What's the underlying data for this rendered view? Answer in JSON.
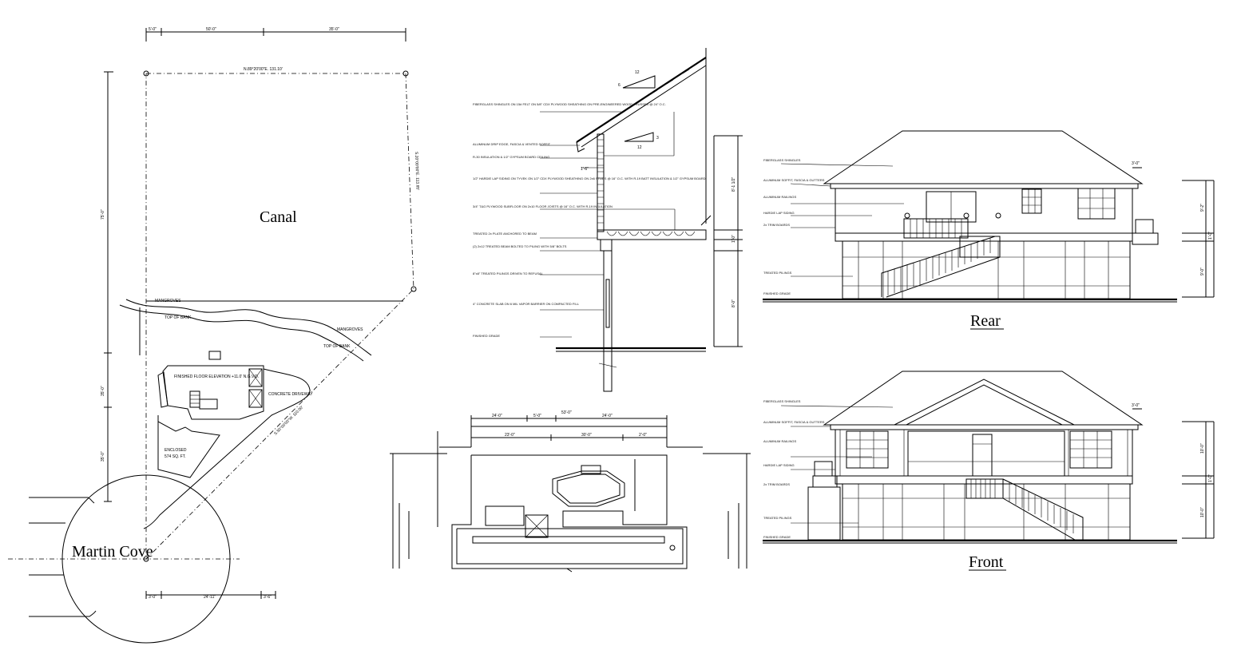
{
  "site_plan": {
    "label_canal": "Canal",
    "label_cove": "Martin Cove",
    "label_top_of_bank_1": "TOP OF BANK",
    "label_top_of_bank_2": "TOP OF BANK",
    "label_mangroves_1": "MANGROVES",
    "label_mangroves_2": "MANGROVES",
    "label_ffe": "FINISHED FLOOR ELEVATION +11.0' N.G.V.D.",
    "label_driveway": "CONCRETE DRIVEWAY",
    "label_area": "ENCLOSED",
    "label_area_value": "574 SQ. FT.",
    "dim_top_1": "5'-0\"",
    "dim_top_2": "50'-0\"",
    "dim_top_3": "35'-0\"",
    "dim_bot_1": "3'-0\"",
    "dim_bot_2": "24'-11\"",
    "dim_bot_3": "3'-6\"",
    "bearing_top": "N.89°20'00\"E.  131.10'",
    "bearing_right": "S.20°00'00\"E.  113.65'",
    "bearing_diag": "S.50°00'00\"W.  110.00'",
    "dim_left_1": "75'-0\"",
    "dim_left_2": "35'-0\"",
    "dim_left_3": "35'-0\""
  },
  "wall_section": {
    "slope_roof_top": "12",
    "slope_roof_side": "6",
    "slope_ceiling_top": "3",
    "slope_ceiling_side": "12",
    "dim_overhang": "1'-6\"",
    "notes": [
      "FIBERGLASS SHINGLES ON 15# FELT ON 5/8\" CDX PLYWOOD SHEATHING ON PRE-ENGINEERED WOOD TRUSSES @ 24\" O.C.",
      "ALUMINUM DRIP EDGE, FASCIA & VENTED SOFFIT",
      "R-30 INSULATION & 1/2\" GYPSUM BOARD CEILING",
      "1/2\" HARDIE LAP SIDING ON TYVEK ON 1/2\" CDX PLYWOOD SHEATHING ON 2x6 STUDS @ 16\" O.C. WITH R-19 BATT INSULATION & 1/2\" GYPSUM BOARD",
      "3/4\" T&G PLYWOOD SUBFLOOR ON 2x10 FLOOR JOISTS @ 16\" O.C. WITH R-19 INSULATION",
      "TREATED 2x PLATE ANCHORED TO BEAM",
      "(2) 2x12 TREATED BEAM BOLTED TO PILING WITH 5/8\" BOLTS",
      "8\"x8\" TREATED PILINGS DRIVEN TO REFUSAL",
      "4\" CONCRETE SLAB ON 6 MIL VAPOR BARRIER ON COMPACTED FILL",
      "FINISHED GRADE"
    ],
    "dim_right_1": "8'-1 1/2\"",
    "dim_right_2": "1'-0\"",
    "dim_right_3": "8'-0\""
  },
  "floor_plan": {
    "dim_top_1": "24'-0\"",
    "dim_top_2": "5'-0\"",
    "dim_top_3": "24'-0\"",
    "dim_top_total": "53'-0\"",
    "dim_mid_1": "23'-0\"",
    "dim_mid_2": "30'-0\"",
    "dim_mid_3": "2'-0\""
  },
  "rear_elevation": {
    "title": "Rear",
    "notes": [
      "FIBERGLASS SHINGLES",
      "ALUMINUM SOFFIT, FASCIA & GUTTERS",
      "ALUMINUM RAILINGS",
      "HARDIE LAP SIDING",
      "2x TRIM BOARDS",
      "TREATED PILINGS",
      "FINISHED GRADE"
    ],
    "dim_overhang": "3'-0\"",
    "dim_right_1": "9'-2\"",
    "dim_right_2": "1'-0\"",
    "dim_right_3": "9'-0\""
  },
  "front_elevation": {
    "title": "Front",
    "notes": [
      "FIBERGLASS SHINGLES",
      "ALUMINUM SOFFIT, FASCIA & GUTTERS",
      "ALUMINUM RAILINGS",
      "HARDIE LAP SIDING",
      "2x TRIM BOARDS",
      "TREATED PILINGS",
      "FINISHED GRADE"
    ],
    "dim_overhang": "3'-0\"",
    "dim_right_1": "10'-0\"",
    "dim_right_2": "1'-0\"",
    "dim_right_3": "10'-0\""
  }
}
